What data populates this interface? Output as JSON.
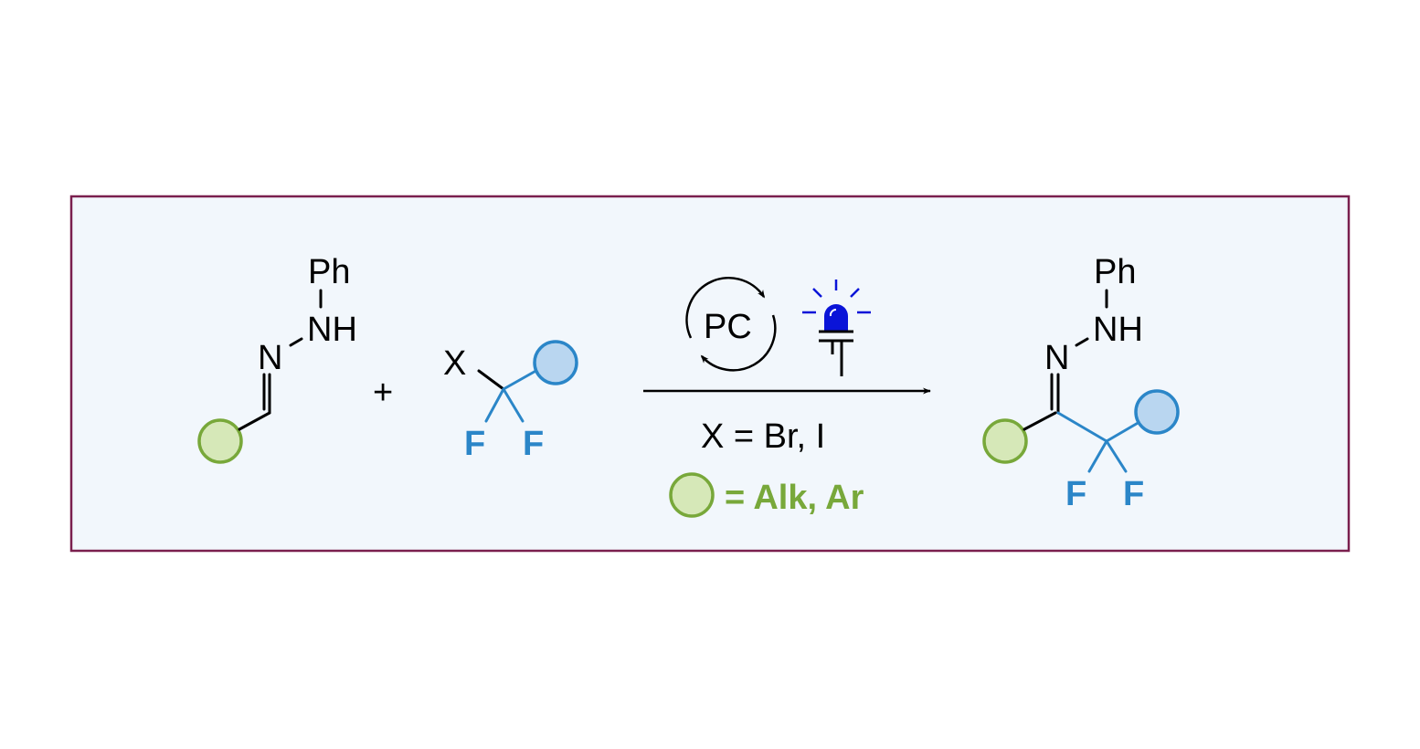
{
  "colors": {
    "frame_border": "#7a1f4e",
    "frame_fill": "#f2f7fc",
    "green_stroke": "#78a83a",
    "green_fill": "#d6e8b8",
    "blue_stroke": "#2b86c8",
    "blue_fill": "#b9d6f0",
    "fluorine": "#2b86c8",
    "legend_text": "#78a83a",
    "lamp": "#0a14d8"
  },
  "reactant1": {
    "ph": "Ph",
    "nh": "NH",
    "n": "N"
  },
  "plus": "+",
  "reactant2": {
    "x": "X",
    "f1": "F",
    "f2": "F"
  },
  "catalyst": {
    "label": "PC"
  },
  "light_icon": "blue-led-light-icon",
  "conditions": {
    "x_definition": "X = Br, I"
  },
  "legend": {
    "text": "= Alk, Ar"
  },
  "product": {
    "ph": "Ph",
    "nh": "NH",
    "n": "N",
    "f1": "F",
    "f2": "F"
  }
}
